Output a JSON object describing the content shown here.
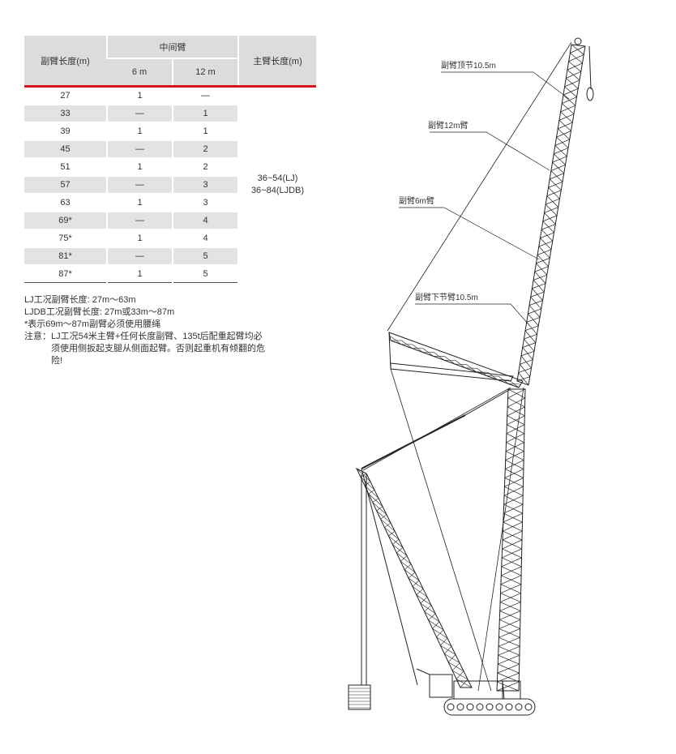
{
  "table": {
    "headers": {
      "jib_length": "副臂长度(m)",
      "middle_section": "中间臂",
      "six_m": "6 m",
      "twelve_m": "12 m",
      "main_boom_length": "主臂长度(m)"
    },
    "rows": [
      {
        "jib": "27",
        "six": "1",
        "twelve": "—"
      },
      {
        "jib": "33",
        "six": "—",
        "twelve": "1"
      },
      {
        "jib": "39",
        "six": "1",
        "twelve": "1"
      },
      {
        "jib": "45",
        "six": "—",
        "twelve": "2"
      },
      {
        "jib": "51",
        "six": "1",
        "twelve": "2"
      },
      {
        "jib": "57",
        "six": "—",
        "twelve": "3"
      },
      {
        "jib": "63",
        "six": "1",
        "twelve": "3"
      },
      {
        "jib": "69*",
        "six": "—",
        "twelve": "4"
      },
      {
        "jib": "75*",
        "six": "1",
        "twelve": "4"
      },
      {
        "jib": "81*",
        "six": "—",
        "twelve": "5"
      },
      {
        "jib": "87*",
        "six": "1",
        "twelve": "5"
      }
    ],
    "main_boom_values": [
      "36~54(LJ)",
      "36~84(LJDB)"
    ]
  },
  "notes": {
    "lj_line": "LJ工况副臂长度: 27m～63m",
    "ljdb_line": "LJDB工况副臂长度: 27m或33m～87m",
    "star_line": "*表示69m～87m副臂必须使用腰绳",
    "warning_label": "注意：",
    "warning_text": "LJ工况54米主臂+任何长度副臂、135t后配重起臂均必须使用侧扳起支腿从侧面起臂。否则起重机有倾翻的危险!"
  },
  "callouts": {
    "jib_top": "副臂顶节10.5m",
    "jib_12m": "副臂12m臂",
    "jib_6m": "副臂6m臂",
    "jib_bottom": "副臂下节臂10.5m"
  }
}
